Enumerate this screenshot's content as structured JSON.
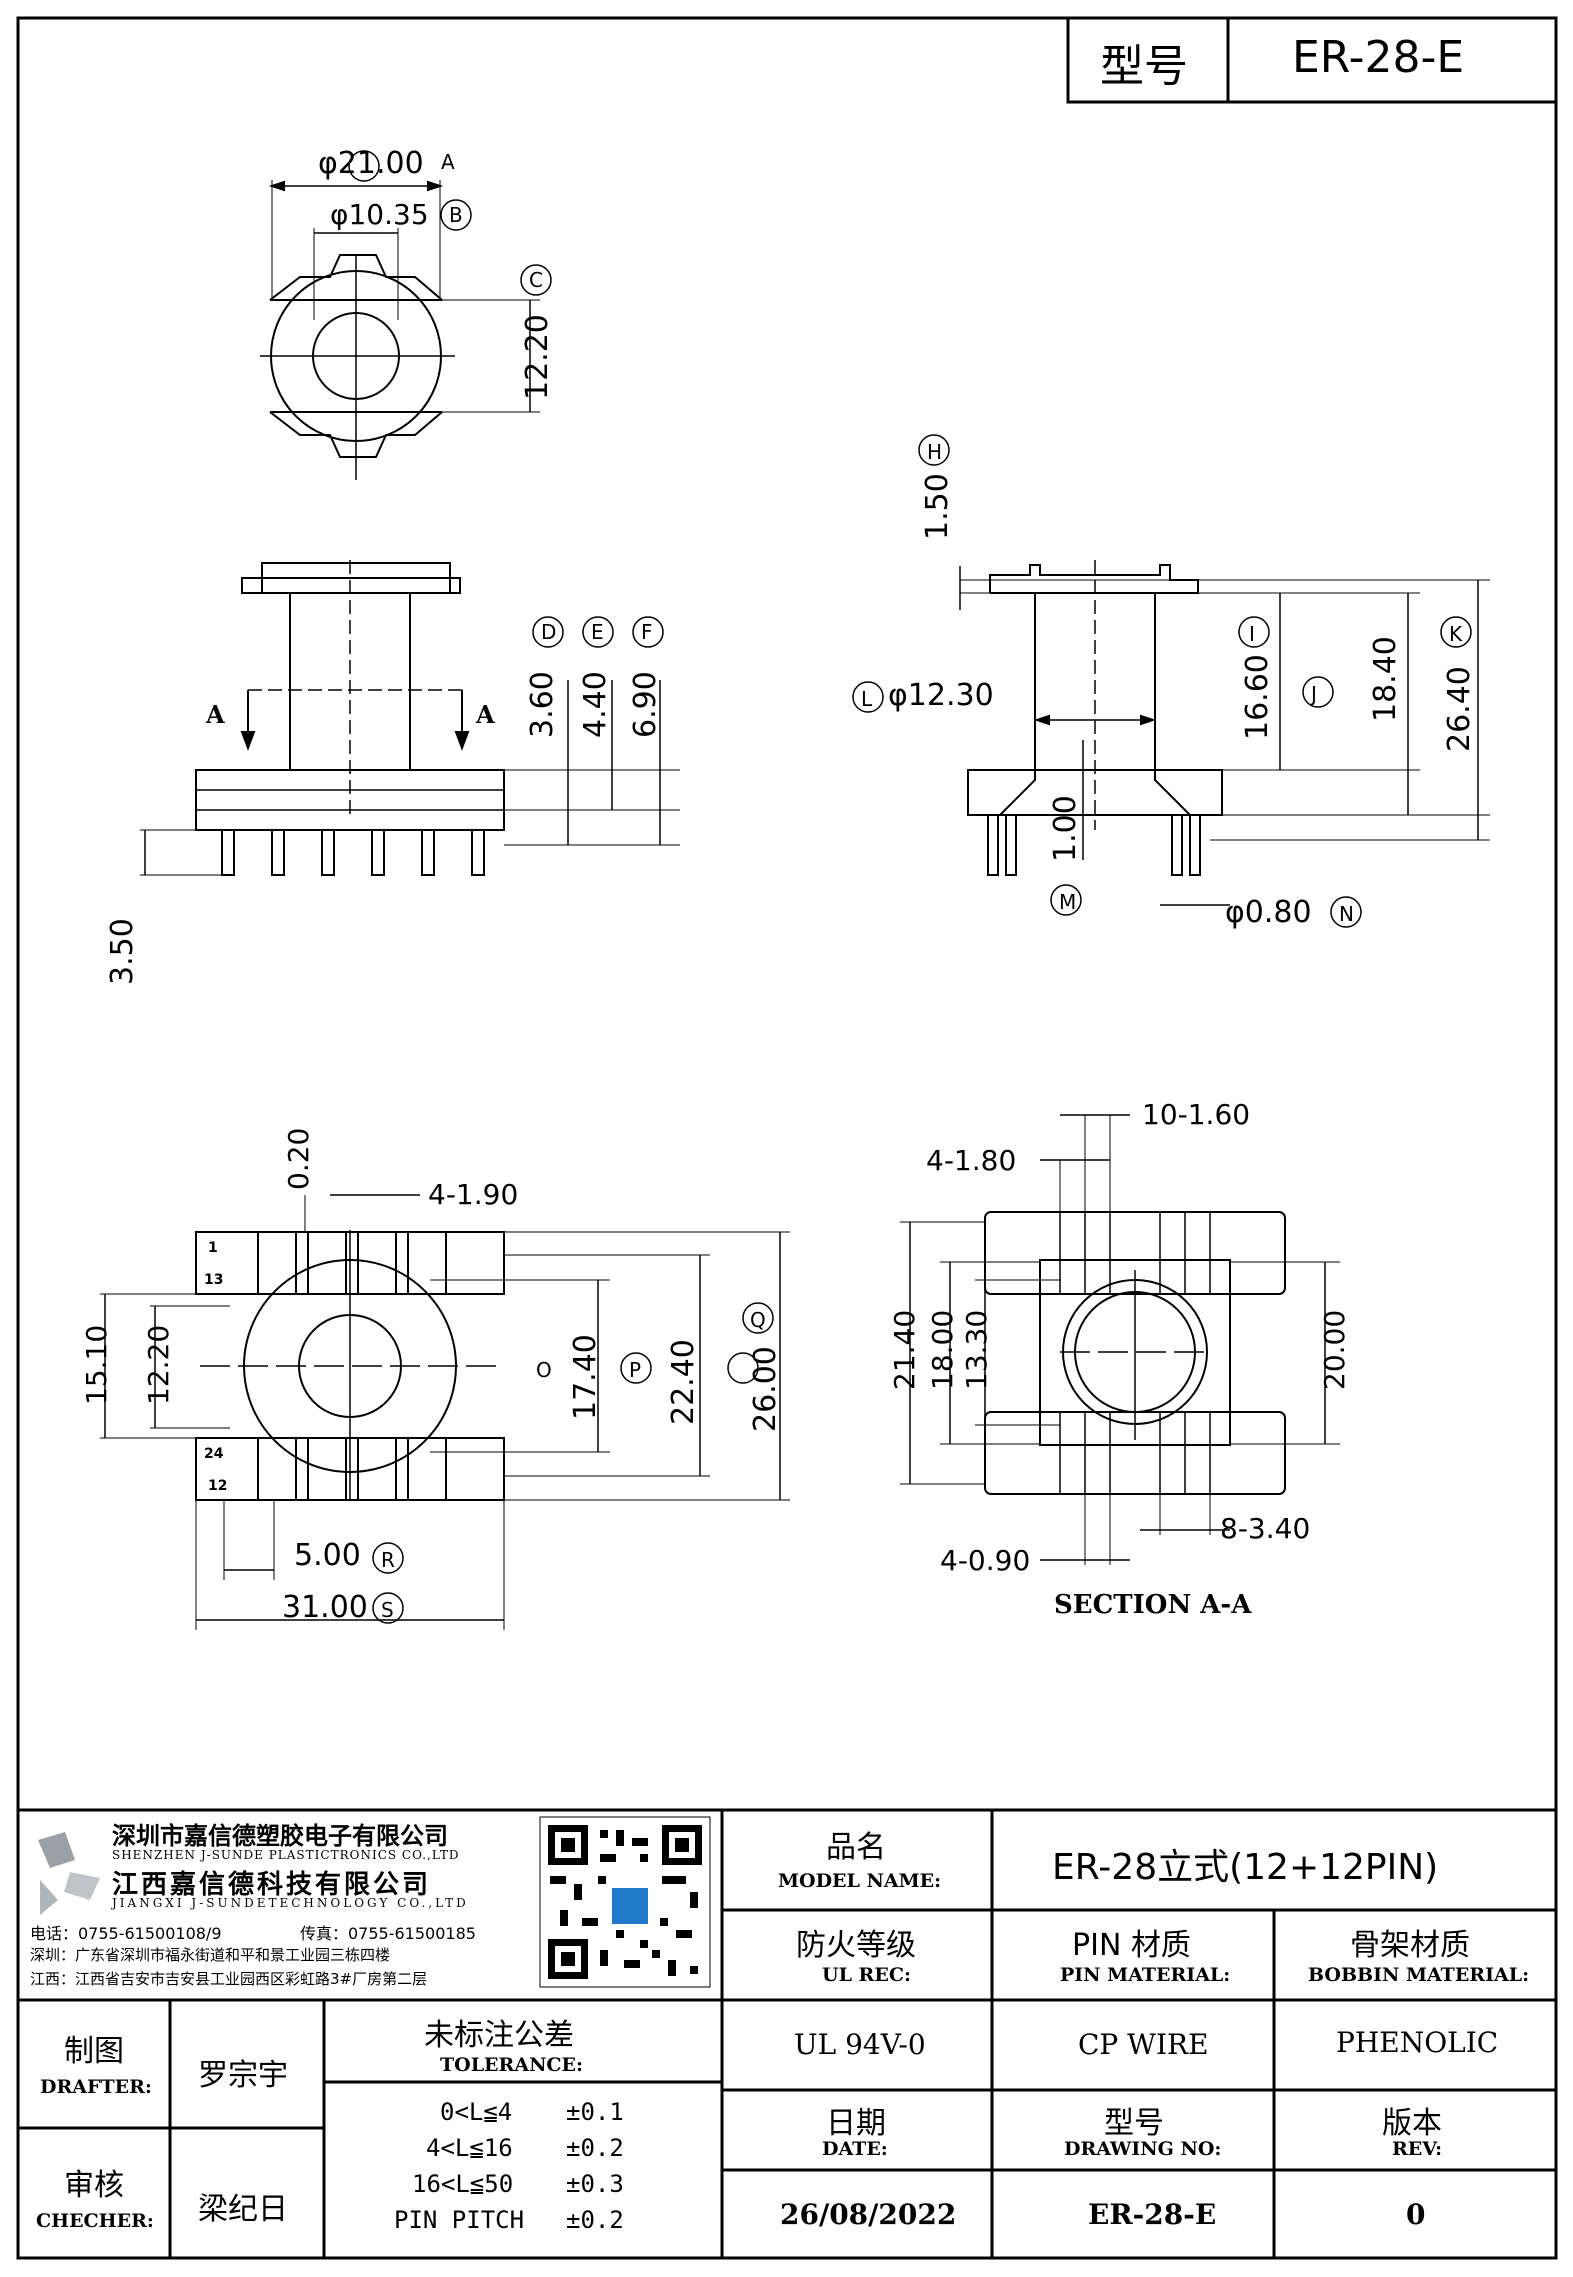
{
  "header": {
    "model_label": "型号",
    "model_value": "ER-28-E"
  },
  "dimensions": {
    "top_view": {
      "outer_diameter": "φ21.00",
      "outer_tag": "A",
      "inner_diameter": "φ10.35",
      "inner_tag": "B",
      "height_tag": "C",
      "height": "12.20"
    },
    "front_view": {
      "d": "3.60",
      "d_tag": "D",
      "e": "4.40",
      "e_tag": "E",
      "f": "6.90",
      "f_tag": "F",
      "pin_len": "3.50",
      "section_mark": "A"
    },
    "side_view": {
      "h": "1.50",
      "h_tag": "H",
      "i": "16.60",
      "i_tag": "I",
      "j": "18.40",
      "j_tag": "J",
      "k": "26.40",
      "k_tag": "K",
      "l": "φ12.30",
      "l_tag": "L",
      "m": "1.00",
      "m_tag": "M",
      "n": "φ0.80",
      "n_tag": "N"
    },
    "bottom_view": {
      "gap": "0.20",
      "pin_w": "4-1.90",
      "d15": "15.10",
      "d12": "12.20",
      "o": "17.40",
      "o_tag": "O",
      "p": "22.40",
      "p_tag": "P",
      "q": "26.00",
      "q_tag": "Q",
      "r": "5.00",
      "r_tag": "R",
      "s": "31.00",
      "s_tag": "S",
      "pin1": "1",
      "pin12": "12",
      "pin13": "13",
      "pin24": "24"
    },
    "section_view": {
      "slot10": "10-1.60",
      "slot4": "4-1.80",
      "d21": "21.40",
      "d18": "18.00",
      "d13": "13.30",
      "d20": "20.00",
      "slot4b": "4-0.90",
      "slot8": "8-3.40",
      "title": "SECTION A-A"
    }
  },
  "company": {
    "name_sz": "深圳市嘉信德塑胶电子有限公司",
    "name_sz_en": "SHENZHEN J-SUNDE PLASTICTRONICS CO.,LTD",
    "name_jx": "江西嘉信德科技有限公司",
    "name_jx_en": "JIANGXI J-SUNDETECHNOLOGY CO.,LTD",
    "tel": "电话：0755-61500108/9",
    "fax": "传真：0755-61500185",
    "addr_sz": "深圳：广东省深圳市福永街道和平和景工业园三栋四楼",
    "addr_jx": "江西：江西省吉安市吉安县工业园西区彩虹路3#厂房第二层"
  },
  "title_block": {
    "model_name_cn": "品名",
    "model_name_en": "MODEL NAME:",
    "model_name_value": "ER-28立式(12+12PIN)",
    "ul_cn": "防火等级",
    "ul_en": "UL REC:",
    "ul_value": "UL 94V-0",
    "pin_mat_cn": "PIN 材质",
    "pin_mat_en": "PIN MATERIAL:",
    "pin_mat_value": "CP WIRE",
    "bobbin_mat_cn": "骨架材质",
    "bobbin_mat_en": "BOBBIN MATERIAL:",
    "bobbin_mat_value": "PHENOLIC",
    "drafter_cn": "制图",
    "drafter_en": "DRAFTER:",
    "drafter_value": "罗宗宇",
    "checker_cn": "审核",
    "checker_en": "CHECHER:",
    "checker_value": "梁纪日",
    "tolerance_cn": "未标注公差",
    "tolerance_en": "TOLERANCE:",
    "tolerances": [
      {
        "range": "0<L≦4",
        "value": "±0.1"
      },
      {
        "range": "4<L≦16",
        "value": "±0.2"
      },
      {
        "range": "16<L≦50",
        "value": "±0.3"
      },
      {
        "range": "PIN PITCH",
        "value": "±0.2"
      }
    ],
    "date_cn": "日期",
    "date_en": "DATE:",
    "date_value": "26/08/2022",
    "drawing_no_cn": "型号",
    "drawing_no_en": "DRAWING NO:",
    "drawing_no_value": "ER-28-E",
    "rev_cn": "版本",
    "rev_en": "REV:",
    "rev_value": "0"
  }
}
